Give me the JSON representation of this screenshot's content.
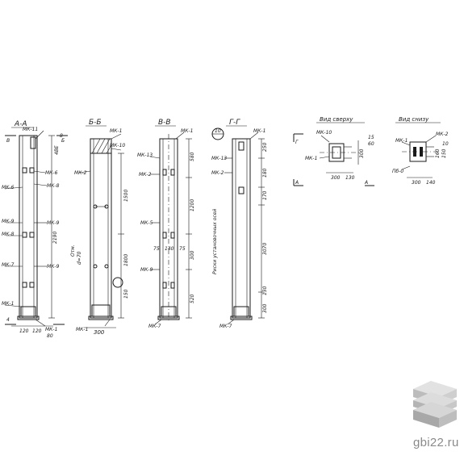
{
  "brand": {
    "site": "gbi22.ru"
  },
  "sections": [
    {
      "title": "А-А",
      "labels": [
        "МК-11",
        "МК-6",
        "МК-6",
        "МК-8",
        "МК-9",
        "МК-9",
        "МК-8",
        "МК-9",
        "МК-7",
        "МК-1",
        "МК-1"
      ],
      "dims": [
        "4ВЕ",
        "8",
        "2190",
        "120",
        "120",
        "80",
        "4"
      ]
    },
    {
      "title": "Б-Б",
      "labels": [
        "МК-1",
        "МК-10",
        "МК-2",
        "МК-1"
      ],
      "dims": [
        "1500",
        "1800",
        "150",
        "300",
        "Отм.",
        "d=70"
      ]
    },
    {
      "title": "В-В",
      "labels": [
        "МК-1",
        "МК-13",
        "МК-2",
        "МК-5",
        "МК-9",
        "МК-7"
      ],
      "dims": [
        "580",
        "1200",
        "300",
        "520",
        "75",
        "140",
        "75"
      ]
    },
    {
      "title": "Г-Г",
      "labels": [
        "МК-1",
        "МК-13",
        "МК-2",
        "МК-7"
      ],
      "dims": [
        "250",
        "180",
        "170",
        "3070",
        "300",
        "130"
      ],
      "note": "Риски установочных осей",
      "mark": "10"
    }
  ],
  "views": [
    {
      "title": "Вид сверху",
      "labels": [
        "МК-10",
        "МК-1",
        "Г",
        "А"
      ],
      "dims": [
        "300",
        "130",
        "300",
        "60",
        "15"
      ]
    },
    {
      "title": "Вид снизу",
      "labels": [
        "МК-1",
        "МК-2",
        "Пб-0"
      ],
      "dims": [
        "300",
        "140",
        "160",
        "150",
        "10"
      ]
    }
  ]
}
